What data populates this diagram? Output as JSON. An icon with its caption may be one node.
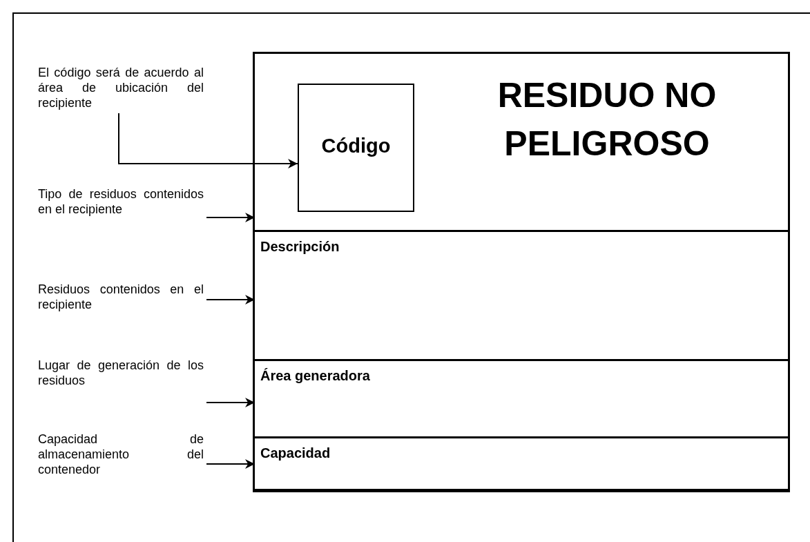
{
  "diagram": {
    "nodes": [
      {
        "text": [],
        "shape": "box"
      },
      {
        "text": [
          "RESIDUO NO PELIGROSO"
        ],
        "in": 0
      },
      {
        "text": [
          "Código"
        ],
        "in": 1
      },
      {
        "text": [
          "Descripción"
        ],
        "in": 0
      },
      {
        "text": [
          "Área generadora"
        ],
        "in": 0
      },
      {
        "text": [
          "Capacidad"
        ],
        "in": 0
      },
      {
        "text": [
          "El código será de acuerdo al área de ubicación del recipiente"
        ]
      },
      {
        "text": [
          "Tipo de residuos contenidos en el recipiente"
        ]
      },
      {
        "text": [
          "Residuos contenidos en el recipiente"
        ]
      },
      {
        "text": [
          "Lugar de generación de los residuos"
        ]
      },
      {
        "text": [
          "Capacidad de almacenamiento del contenedor"
        ]
      }
    ],
    "edges": [
      {
        "from": 6,
        "to": 2,
        "arrow": "to"
      },
      {
        "from": 7,
        "to": 1,
        "arrow": "to"
      },
      {
        "from": 8,
        "to": 3,
        "arrow": "to"
      },
      {
        "from": 9,
        "to": 4,
        "arrow": "to"
      },
      {
        "from": 10,
        "to": 5,
        "arrow": "to"
      }
    ]
  }
}
